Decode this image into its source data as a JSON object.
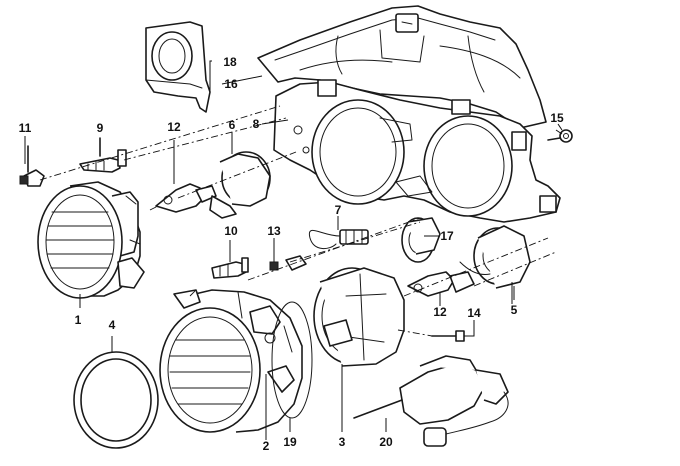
{
  "diagram": {
    "labels": {
      "l1": "1",
      "l2": "2",
      "l3": "3",
      "l4": "4",
      "l5": "5",
      "l6": "6",
      "l7": "7",
      "l8": "8",
      "l9": "9",
      "l10": "10",
      "l11": "11",
      "l12a": "12",
      "l12b": "12",
      "l13": "13",
      "l14": "14",
      "l15": "15",
      "l16": "16",
      "l17": "17",
      "l18": "18",
      "l19": "19",
      "l20": "20"
    }
  }
}
